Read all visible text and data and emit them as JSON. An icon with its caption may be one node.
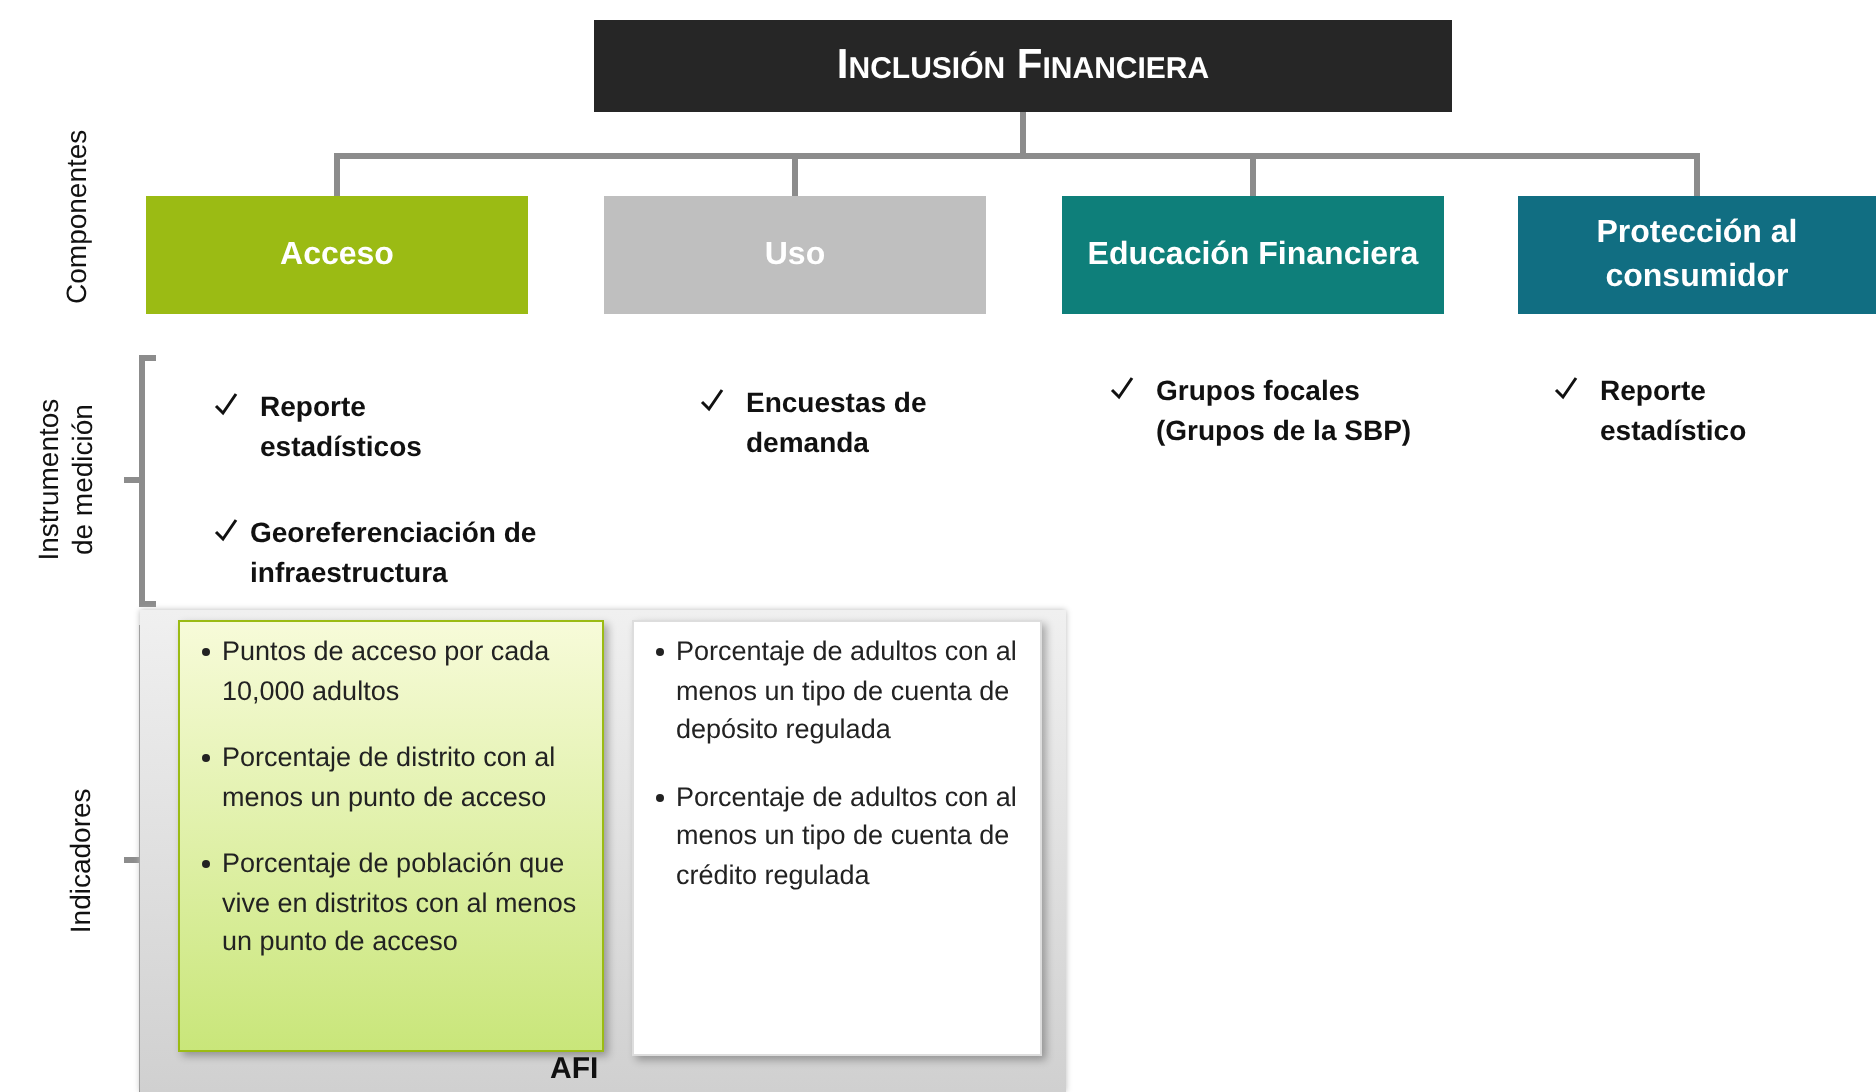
{
  "diagram": {
    "nodes": [
      {
        "text": [
          "Inclusión Financiera"
        ]
      },
      {
        "text": [
          "Acceso"
        ]
      },
      {
        "text": [
          "Uso"
        ]
      },
      {
        "text": [
          "Educación Financiera"
        ]
      },
      {
        "text": [
          "Protección al consumidor"
        ]
      },
      {
        "text": [
          "AFI"
        ]
      },
      {
        "text": [
          "Puntos de acceso por cada 10,000 adultos",
          "Porcentaje de distrito con al menos un punto de acceso",
          "Porcentaje de población que vive en distritos con al menos un punto de acceso"
        ],
        "in": 5
      },
      {
        "text": [
          "Porcentaje de adultos con al menos un tipo de cuenta de depósito regulada",
          "Porcentaje de adultos con al menos un tipo de cuenta de crédito regulada"
        ],
        "in": 5
      }
    ],
    "edges": [
      {
        "from": 0,
        "to": 1,
        "arrow": "none"
      },
      {
        "from": 0,
        "to": 2,
        "arrow": "none"
      },
      {
        "from": 0,
        "to": 3,
        "arrow": "none"
      },
      {
        "from": 0,
        "to": 4,
        "arrow": "none"
      }
    ],
    "labels": [
      "Componentes",
      "Instrumentos de medición",
      "Reporte estadísticos",
      "Encuestas de demanda",
      "Grupos focales (Grupos de la SBP)",
      "Reporte estadístico",
      "Georeferenciación de infraestructura",
      "Indicadores"
    ]
  }
}
